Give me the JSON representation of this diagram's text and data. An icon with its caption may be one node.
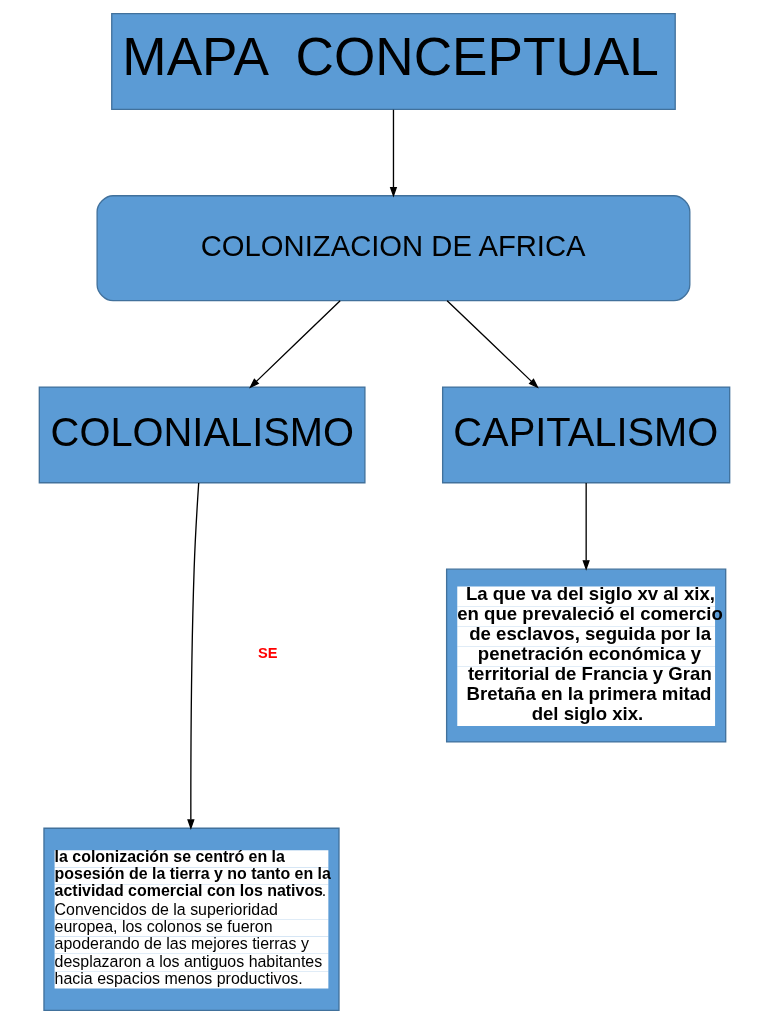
{
  "diagram": {
    "nodes": [
      {
        "text": [
          "MAPA  CONCEPTUAL"
        ]
      },
      {
        "text": [
          "COLONIZACION DE AFRICA"
        ]
      },
      {
        "text": [
          "COLONIALISMO"
        ]
      },
      {
        "text": [
          "CAPITALISMO"
        ]
      },
      {
        "text": [
          "**la colonización se centró en la posesión de la tierra y no tanto en la actividad comercial con los nativos**. Convencidos de la superioridad europea, los colonos se fueron apoderando de las mejores tierras y desplazaron a los antiguos habitantes hacia espacios menos productivos."
        ]
      },
      {
        "text": [
          "La que va del siglo xv al xix, en que prevaleció el comercio de esclavos, seguida por la penetración económica y territorial de Francia y Gran Bretaña en la primera mitad del siglo xix."
        ]
      }
    ],
    "edges": [
      {
        "from": 0,
        "to": 1,
        "arrow": "to"
      },
      {
        "from": 1,
        "to": 2,
        "arrow": "to"
      },
      {
        "from": 1,
        "to": 3,
        "arrow": "to"
      },
      {
        "from": 2,
        "to": 4,
        "arrow": "to"
      },
      {
        "from": 3,
        "to": 5,
        "arrow": "to"
      }
    ],
    "labels": [
      "SE"
    ]
  }
}
